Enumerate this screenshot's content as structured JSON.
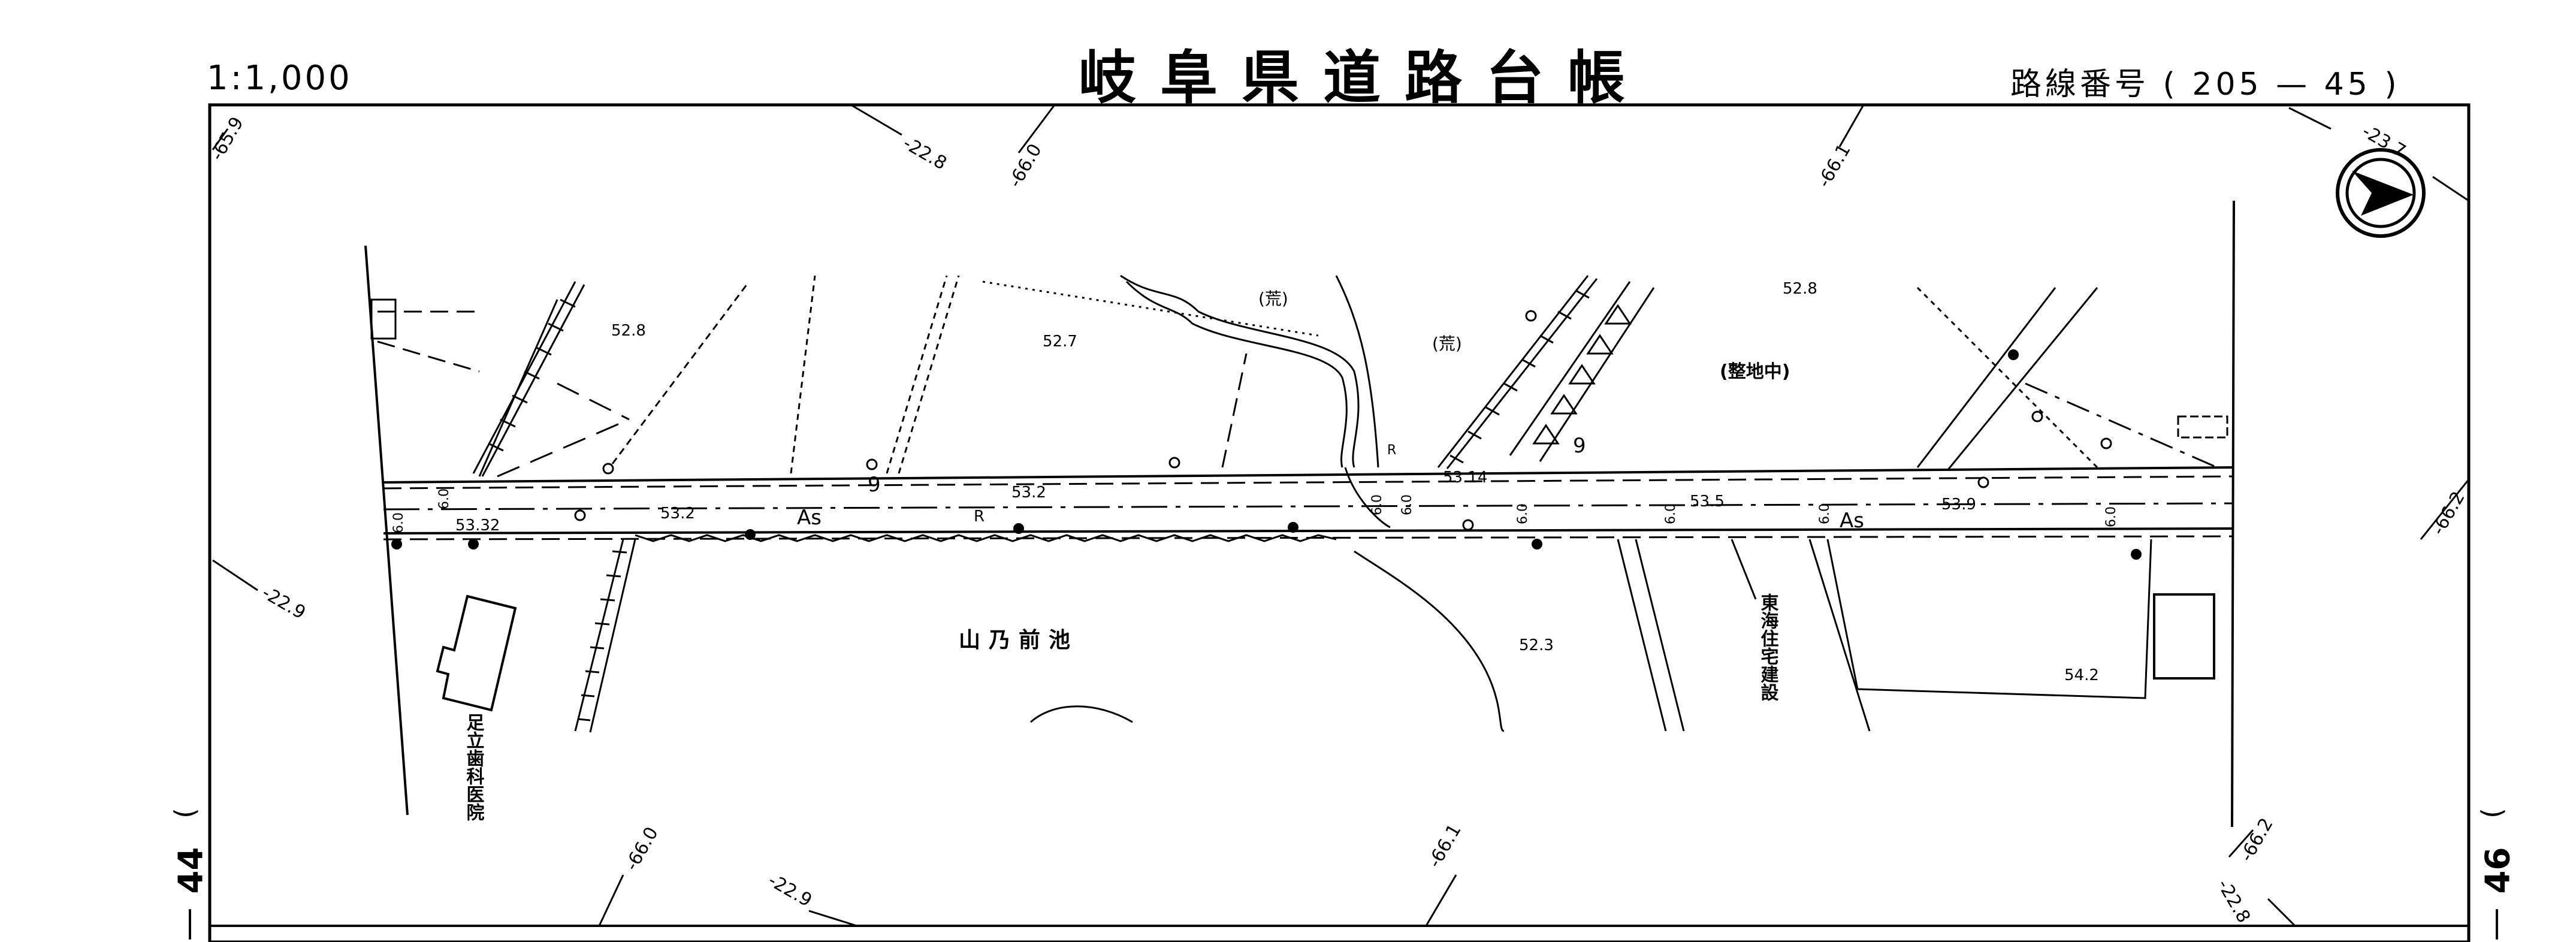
{
  "header": {
    "title": "岐阜県道路台帳",
    "scale": "1:1,000",
    "route_label": "路線番号",
    "route_number": "( 205 — 45 )"
  },
  "sheet_numbers": {
    "left": "44",
    "right": "46",
    "left_bracket": ")",
    "right_bracket": ")",
    "left_dash": "—",
    "right_dash": "—"
  },
  "map_labels": {
    "pond": "山乃前池",
    "clinic": "足立歯科医院",
    "construction": "東海住宅建設",
    "grading": "(整地中)",
    "wasteland_1": "(荒)",
    "wasteland_2": "(荒)",
    "pavement_1": "As",
    "pavement_2": "As",
    "r_1": "R",
    "r_2": "R",
    "nine_1": "9",
    "nine_2": "9"
  },
  "elevations": {
    "e1": "52.8",
    "e2": "52.7",
    "e3": "52.8",
    "e4": "53.32",
    "e5": "53.2",
    "e6": "53.2",
    "e7": "53.14",
    "e8": "53.5",
    "e9": "53.9",
    "e10": "52.3",
    "e11": "54.2"
  },
  "widths": {
    "w1": "6.0",
    "w2": "6.0",
    "w3": "6.0",
    "w4": "6.0",
    "w5": "6.0",
    "w6": "6.0",
    "w7": "6.0",
    "w8": "6.0"
  },
  "grid_coords": {
    "g1": "-65.9",
    "g2": "-22.8",
    "g3": "-66.0",
    "g4": "-66.1",
    "g5": "-23.7",
    "g6": "-22.9",
    "g7": "-66.0",
    "g8": "-22.9",
    "g9": "-66.1",
    "g10": "-66.2",
    "g11": "-66.2",
    "g12": "-22.8"
  },
  "colors": {
    "line": "#000000",
    "background": "#ffffff"
  },
  "icons": {
    "north_arrow": "north-arrow-icon"
  }
}
